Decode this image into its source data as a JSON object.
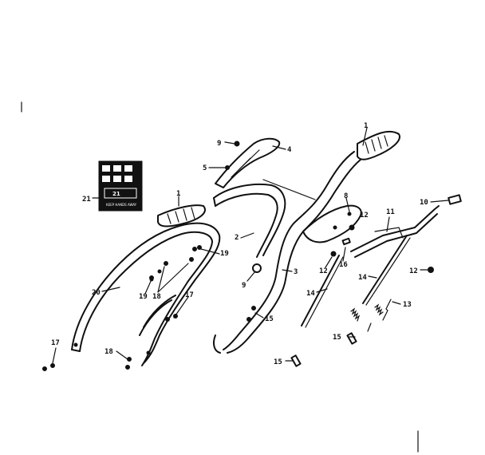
{
  "decal": {
    "model_text": "21",
    "caption_text": "KEEP HANDS AWAY"
  },
  "callouts": [
    {
      "id": "c1a",
      "label": "1"
    },
    {
      "id": "c9a",
      "label": "9"
    },
    {
      "id": "c4",
      "label": "4"
    },
    {
      "id": "c5",
      "label": "5"
    },
    {
      "id": "c21",
      "label": "21"
    },
    {
      "id": "c1b",
      "label": "1"
    },
    {
      "id": "c8",
      "label": "8"
    },
    {
      "id": "c12a",
      "label": "12"
    },
    {
      "id": "c10",
      "label": "10"
    },
    {
      "id": "c11",
      "label": "11"
    },
    {
      "id": "c2",
      "label": "2"
    },
    {
      "id": "c19a",
      "label": "19"
    },
    {
      "id": "c9b",
      "label": "9"
    },
    {
      "id": "c3",
      "label": "3"
    },
    {
      "id": "c12b",
      "label": "12"
    },
    {
      "id": "c16",
      "label": "16"
    },
    {
      "id": "c12c",
      "label": "12"
    },
    {
      "id": "c20",
      "label": "20"
    },
    {
      "id": "c19b",
      "label": "19"
    },
    {
      "id": "c18a",
      "label": "18"
    },
    {
      "id": "c17a",
      "label": "17"
    },
    {
      "id": "c14a",
      "label": "14"
    },
    {
      "id": "c14b",
      "label": "14"
    },
    {
      "id": "c13",
      "label": "13"
    },
    {
      "id": "c15a",
      "label": "15"
    },
    {
      "id": "c15b",
      "label": "15"
    },
    {
      "id": "c17b",
      "label": "17"
    },
    {
      "id": "c18b",
      "label": "18"
    },
    {
      "id": "c15c",
      "label": "15"
    }
  ]
}
